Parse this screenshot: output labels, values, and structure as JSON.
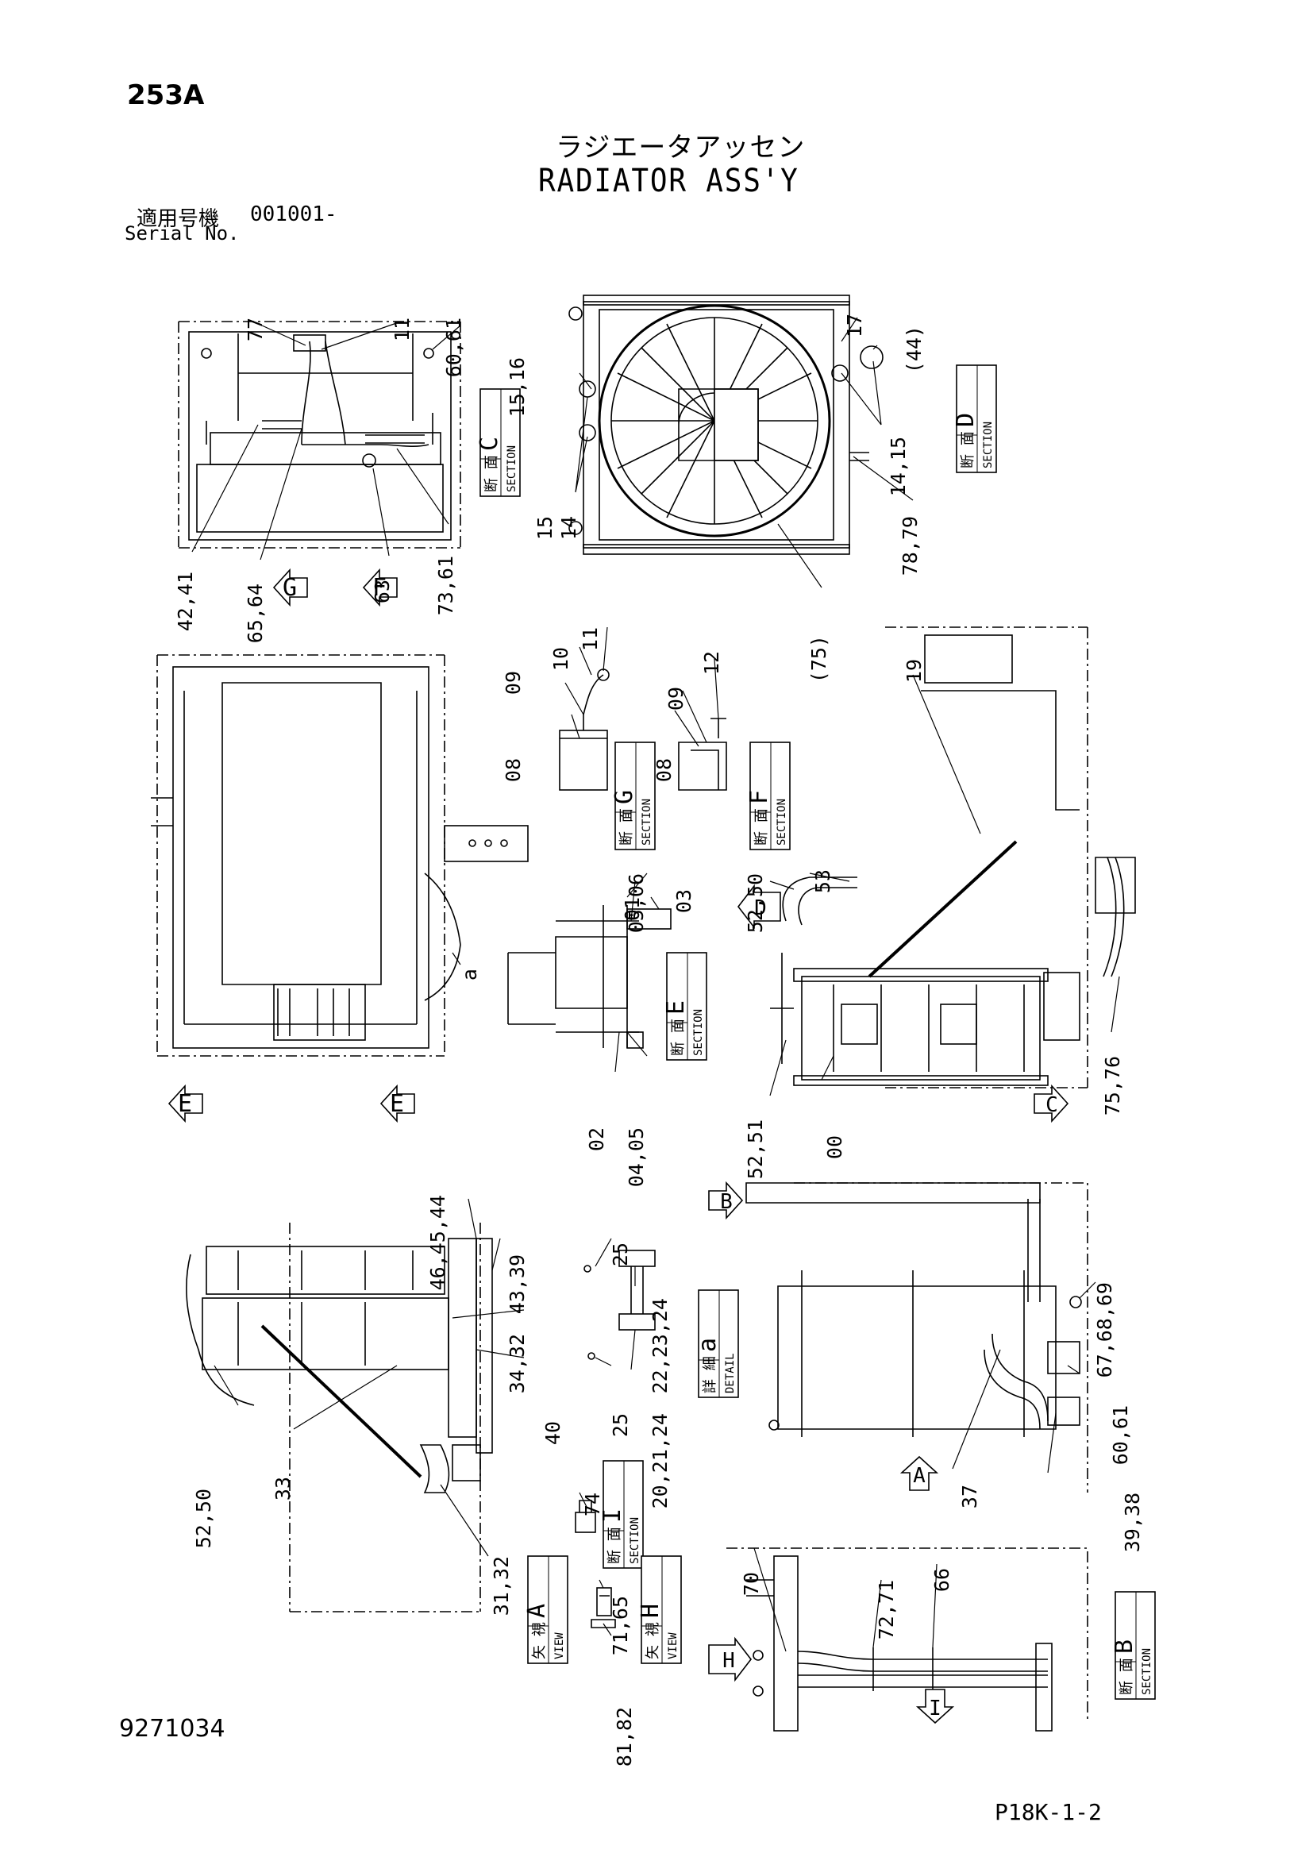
{
  "header": {
    "page_no": "253A",
    "title_jp": "ラジエータアッセン",
    "title_en": "RADIATOR ASS'Y",
    "serial_label_jp": "適用号機",
    "serial_value": "001001-",
    "serial_label_en": "Serial No."
  },
  "footer": {
    "doc_no": "9271034",
    "sheet_ref": "P18K-1-2"
  },
  "section_boxes": [
    {
      "id": "C",
      "kanji": "断 面",
      "word": "SECTION",
      "letter": "C"
    },
    {
      "id": "D",
      "kanji": "断 面",
      "word": "SECTION",
      "letter": "D"
    },
    {
      "id": "G",
      "kanji": "断 面",
      "word": "SECTION",
      "letter": "G"
    },
    {
      "id": "F",
      "kanji": "断 面",
      "word": "SECTION",
      "letter": "F"
    },
    {
      "id": "E",
      "kanji": "断 面",
      "word": "SECTION",
      "letter": "E"
    },
    {
      "id": "a",
      "kanji": "詳 細",
      "word": "DETAIL",
      "letter": "a"
    },
    {
      "id": "I",
      "kanji": "断 面",
      "word": "SECTION",
      "letter": "I"
    },
    {
      "id": "A",
      "kanji": "矢 視",
      "word": "VIEW",
      "letter": "A"
    },
    {
      "id": "H",
      "kanji": "矢 視",
      "word": "VIEW",
      "letter": "H"
    },
    {
      "id": "B",
      "kanji": "断 面",
      "word": "SECTION",
      "letter": "B"
    }
  ],
  "view_arrows": [
    "G",
    "F",
    "E",
    "E",
    "D",
    "C",
    "B",
    "A",
    "H",
    "I"
  ],
  "callouts": [
    "77",
    "11",
    "60,61",
    "42,41",
    "65,64",
    "63",
    "73,61",
    "15,16",
    "17",
    "(44)",
    "14,15",
    "14",
    "15",
    "78,79",
    "(75)",
    "11",
    "10",
    "09",
    "08",
    "12",
    "09",
    "08",
    "05,06",
    "01",
    "03",
    "02",
    "04,05",
    "a",
    "52,50",
    "53",
    "19",
    "52,51",
    "00",
    "75,76",
    "46,45,44",
    "43,39",
    "34,32",
    "40",
    "33",
    "52,50",
    "31,32",
    "25",
    "22,23,24",
    "25",
    "20,21,24",
    "67,68,69",
    "60,61",
    "37",
    "39,38",
    "74",
    "71,65",
    "81,82",
    "70",
    "72,71",
    "66"
  ]
}
